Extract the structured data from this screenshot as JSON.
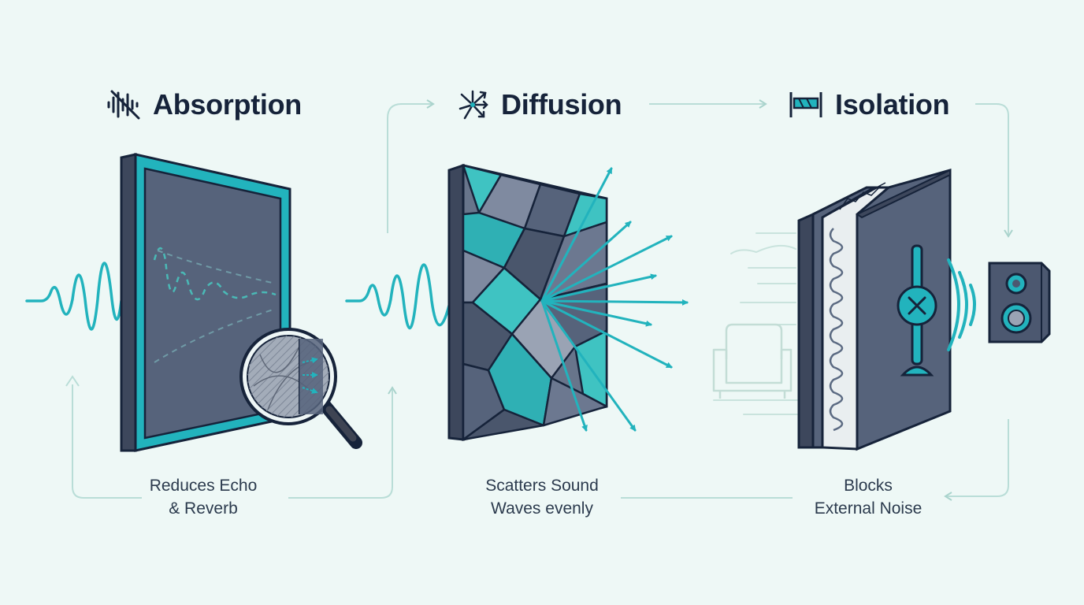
{
  "colors": {
    "background": "#eef8f6",
    "teal": "#22b3bd",
    "panel_dark": "#4c5870",
    "panel_mid": "#5b6a82",
    "outline": "#16233a",
    "connector": "#b9ddd7"
  },
  "stages": [
    {
      "title": "Absorption",
      "icon": "muted-wave-icon",
      "caption": [
        "Reduces Echo",
        "& Reverb"
      ]
    },
    {
      "title": "Diffusion",
      "icon": "scatter-arrows-icon",
      "caption": [
        "Scatters Sound",
        "Waves evenly"
      ]
    },
    {
      "title": "Isolation",
      "icon": "barrier-icon",
      "caption": [
        "Blocks",
        "External Noise"
      ]
    }
  ]
}
